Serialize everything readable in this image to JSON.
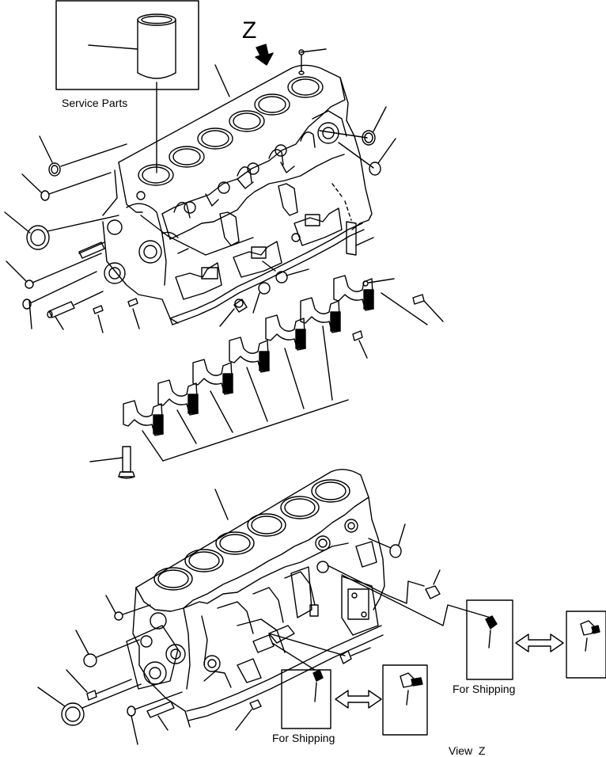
{
  "labels": {
    "service_parts": "Service Parts",
    "view_marker": "Z",
    "for_shipping_1": "For Shipping",
    "for_shipping_2": "For Shipping",
    "view_z": "View  Z"
  }
}
